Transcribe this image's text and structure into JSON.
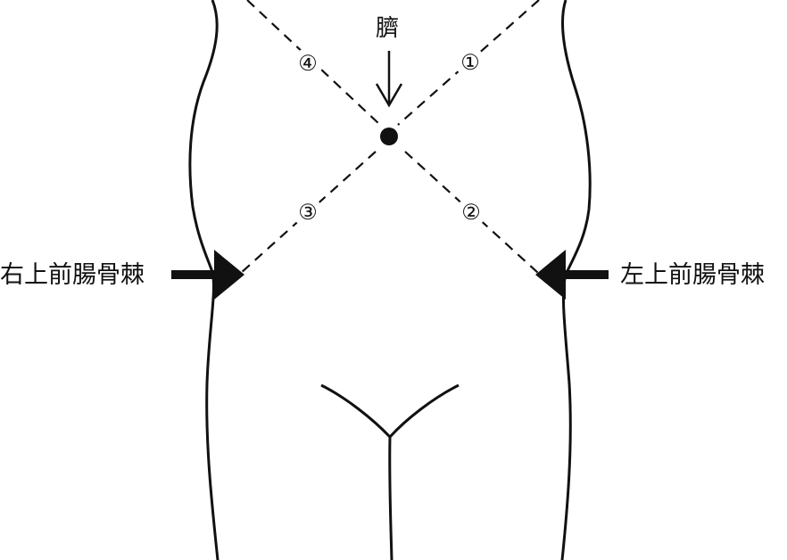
{
  "labels": {
    "navel": "臍",
    "right_asis": "右上前腸骨棘",
    "left_asis": "左上前腸骨棘"
  },
  "quadrants": {
    "q1": "①",
    "q2": "②",
    "q3": "③",
    "q4": "④"
  },
  "colors": {
    "ink": "#111111",
    "background": "#ffffff"
  }
}
